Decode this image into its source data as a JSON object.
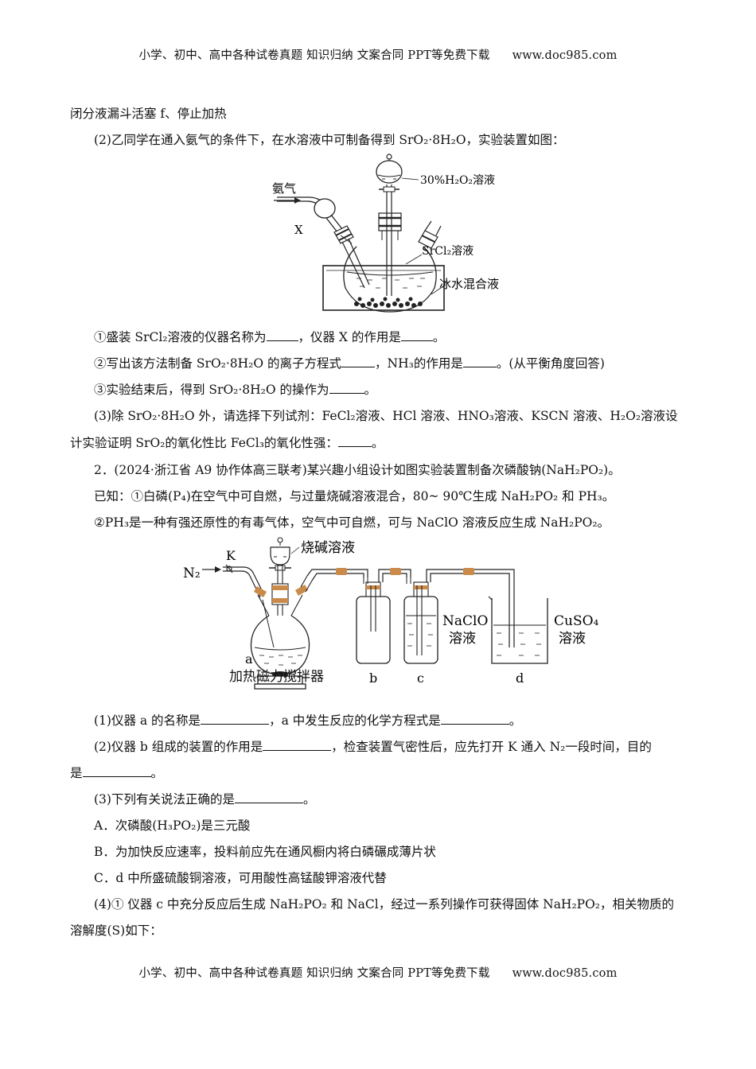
{
  "header": {
    "left": "小学、初中、高中各种试卷真题  知识归纳  文案合同  PPT等免费下载",
    "right": "www.doc985.com"
  },
  "footer": {
    "left": "小学、初中、高中各种试卷真题  知识归纳  文案合同  PPT等免费下载",
    "right": "www.doc985.com"
  },
  "q1": {
    "cont": "闭分液漏斗活塞 f、停止加热",
    "p2": "(2)乙同学在通入氨气的条件下，在水溶液中可制备得到 SrO₂·8H₂O，实验装置如图：",
    "fig": {
      "ammonia": "氨气",
      "x": "X",
      "h2o2": "30%H₂O₂溶液",
      "srcl2": "SrCl₂溶液",
      "icewater": "冰水混合液"
    },
    "s1a": "①盛装 SrCl₂溶液的仪器名称为",
    "s1b": "，仪器 X 的作用是",
    "s1c": "。",
    "s2a": "②写出该方法制备 SrO₂·8H₂O 的离子方程式",
    "s2b": "，NH₃的作用是",
    "s2c": "。(从平衡角度回答)",
    "s3a": "③实验结束后，得到 SrO₂·8H₂O 的操作为",
    "s3b": "。",
    "p3a": "(3)除 SrO₂·8H₂O 外，请选择下列试剂：FeCl₂溶液、HCl 溶液、HNO₃溶液、KSCN 溶液、H₂O₂溶液设",
    "p3b": "计实验证明 SrO₂的氧化性比 FeCl₃的氧化性强：",
    "p3c": "。"
  },
  "q2": {
    "title": "2．(2024·浙江省 A9 协作体高三联考)某兴趣小组设计如图实验装置制备次磷酸钠(NaH₂PO₂)。",
    "known1": "已知：①白磷(P₄)在空气中可自燃，与过量烧碱溶液混合，80~ 90℃生成 NaH₂PO₂ 和 PH₃。",
    "known2": "②PH₃是一种有强还原性的有毒气体，空气中可自燃，可与 NaClO 溶液反应生成 NaH₂PO₂。",
    "fig": {
      "n2": "N₂",
      "k": "K",
      "naoh": "烧碱溶液",
      "a": "a",
      "b": "b",
      "c": "c",
      "d": "d",
      "naclo1": "NaClO",
      "naclo2": "溶液",
      "cuso4_1": "CuSO₄",
      "cuso4_2": "溶液",
      "stirrer": "加热磁力搅拌器"
    },
    "s1a": "(1)仪器 a 的名称是",
    "s1b": "，a 中发生反应的化学方程式是",
    "s1c": "。",
    "s2a": "(2)仪器 b 组成的装置的作用是",
    "s2b": "，检查装置气密性后，应先打开 K 通入 N₂一段时间，目的",
    "s2c": "是",
    "s2d": "。",
    "s3a": "(3)下列有关说法正确的是",
    "s3b": "。",
    "optA": "A．次磷酸(H₃PO₂)是三元酸",
    "optB": "B．为加快反应速率，投料前应先在通风橱内将白磷碾成薄片状",
    "optC": "C．d 中所盛硫酸铜溶液，可用酸性高锰酸钾溶液代替",
    "s4a": "(4)① 仪器 c 中充分反应后生成 NaH₂PO₂ 和 NaCl，经过一系列操作可获得固体 NaH₂PO₂，相关物质的",
    "s4b": "溶解度(S)如下："
  }
}
